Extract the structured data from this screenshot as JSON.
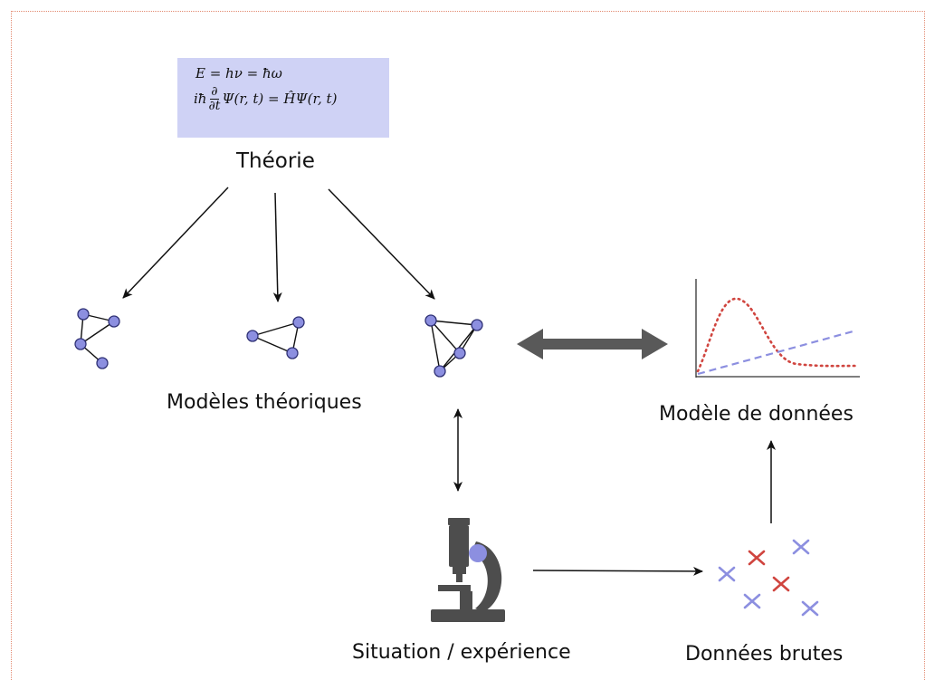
{
  "equations": {
    "line1": "E = hν = ħω",
    "line2_prefix": "iħ",
    "line2_frac_num": "∂",
    "line2_frac_den": "∂t",
    "line2_rest": "Ψ(r, t) = ĤΨ(r, t)"
  },
  "labels": {
    "theorie": "Théorie",
    "modeles_theoriques": "Modèles théoriques",
    "modele_de_donnees": "Modèle de données",
    "situation_experience": "Situation / expérience",
    "donnees_brutes": "Données brutes"
  },
  "colors": {
    "node_fill": "#8c8fe0",
    "node_stroke": "#2f3175",
    "equation_bg": "#cfd2f5",
    "double_arrow": "#595959",
    "microscope": "#4d4d4d",
    "cross_red": "#d0453f",
    "cross_blue": "#8c8fe0",
    "curve_red": "#d0453f",
    "curve_blue": "#8c8fe0"
  },
  "icons": {
    "microscope": "microscope-icon",
    "raw_data": "scatter-crosses-icon",
    "data_model": "mini-plot-icon"
  }
}
